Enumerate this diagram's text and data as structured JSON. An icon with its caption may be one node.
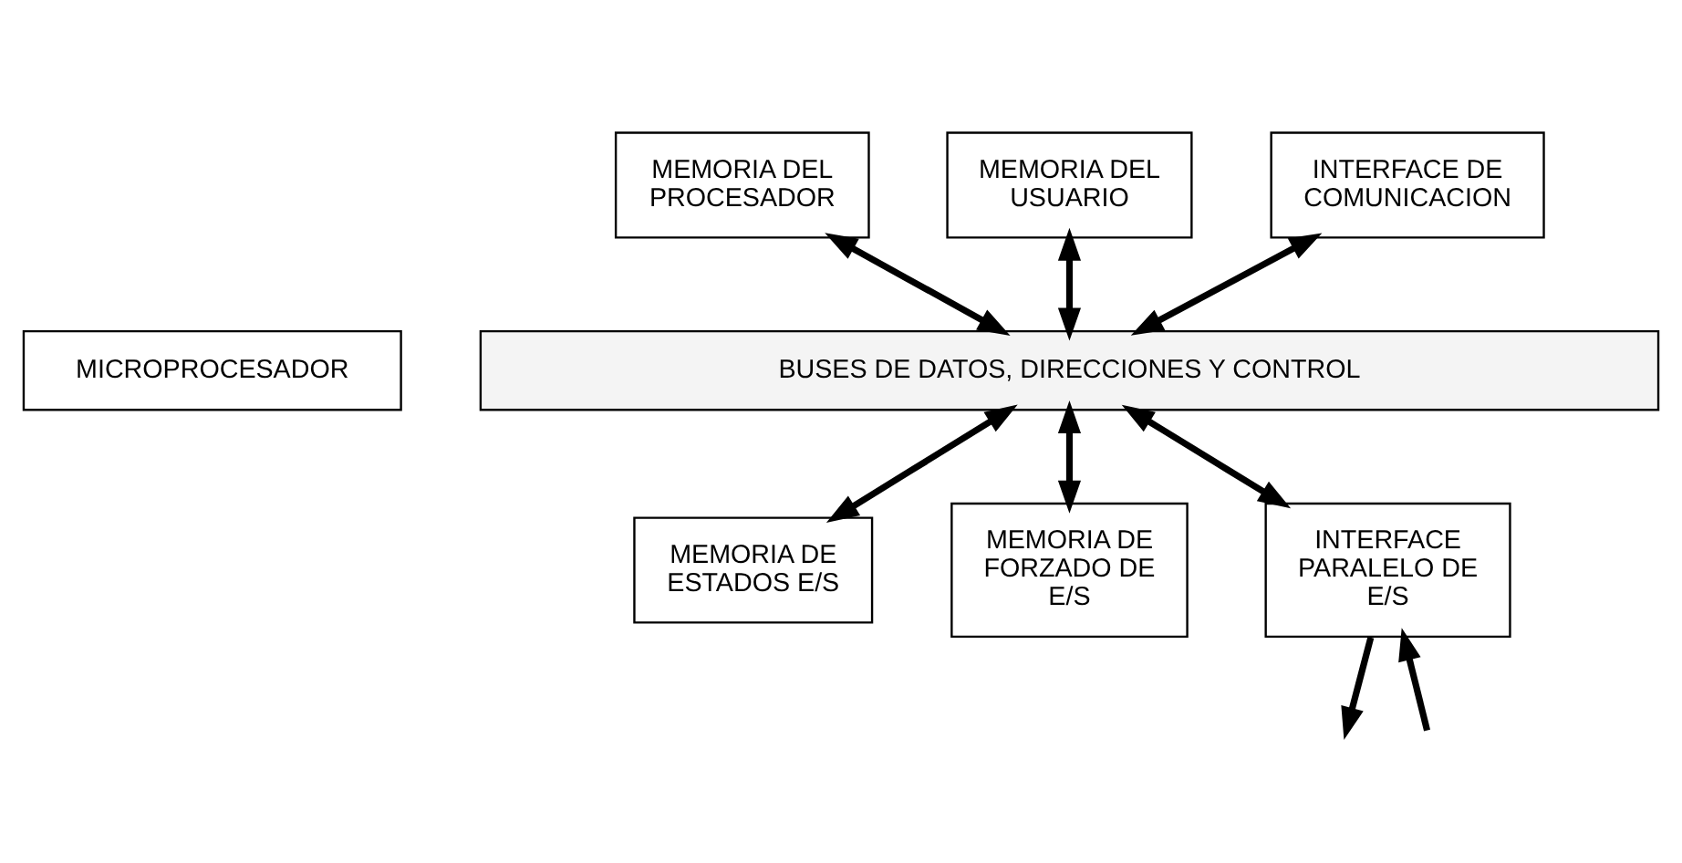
{
  "diagram": {
    "nodes": [
      {
        "text": [
          "MEMORIA DEL PROCESADOR"
        ]
      },
      {
        "text": [
          "MEMORIA DEL USUARIO"
        ]
      },
      {
        "text": [
          "INTERFACE DE COMUNICACION"
        ]
      },
      {
        "text": [
          "MICROPROCESADOR"
        ]
      },
      {
        "text": [
          "BUSES DE DATOS, DIRECCIONES Y CONTROL"
        ]
      },
      {
        "text": [
          "MEMORIA DE ESTADOS E/S"
        ]
      },
      {
        "text": [
          "MEMORIA DE FORZADO DE E/S"
        ]
      },
      {
        "text": [
          "INTERFACE PARALELO DE E/S"
        ]
      }
    ],
    "edges": [
      {
        "from": 0,
        "to": 4,
        "arrow": "both"
      },
      {
        "from": 1,
        "to": 4,
        "arrow": "both"
      },
      {
        "from": 2,
        "to": 4,
        "arrow": "both"
      },
      {
        "from": 4,
        "to": 5,
        "arrow": "both"
      },
      {
        "from": 4,
        "to": 6,
        "arrow": "both"
      },
      {
        "from": 4,
        "to": 7,
        "arrow": "both"
      },
      {
        "from": 7,
        "to": null,
        "arrow": "to"
      },
      {
        "from": null,
        "to": 7,
        "arrow": "to"
      }
    ]
  }
}
